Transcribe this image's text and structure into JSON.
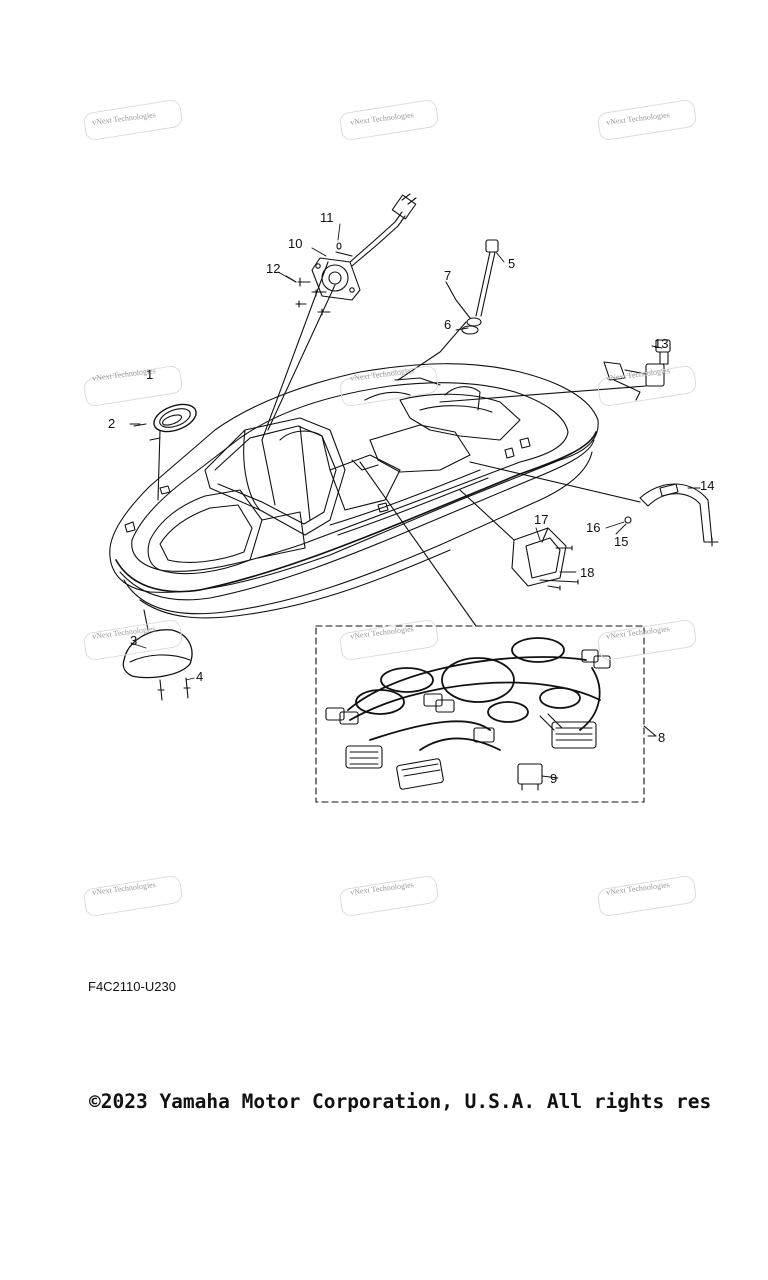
{
  "watermark_text": "vNext Technologies",
  "diagram_code": "F4C2110-U230",
  "copyright": "©2023 Yamaha Motor Corporation, U.S.A. All rights res",
  "callouts": [
    "1",
    "2",
    "3",
    "4",
    "5",
    "6",
    "7",
    "8",
    "9",
    "10",
    "11",
    "12",
    "13",
    "14",
    "15",
    "16",
    "17",
    "18"
  ],
  "colors": {
    "ink": "#111111",
    "watermark": "#9a9a9a",
    "background": "#ffffff"
  }
}
